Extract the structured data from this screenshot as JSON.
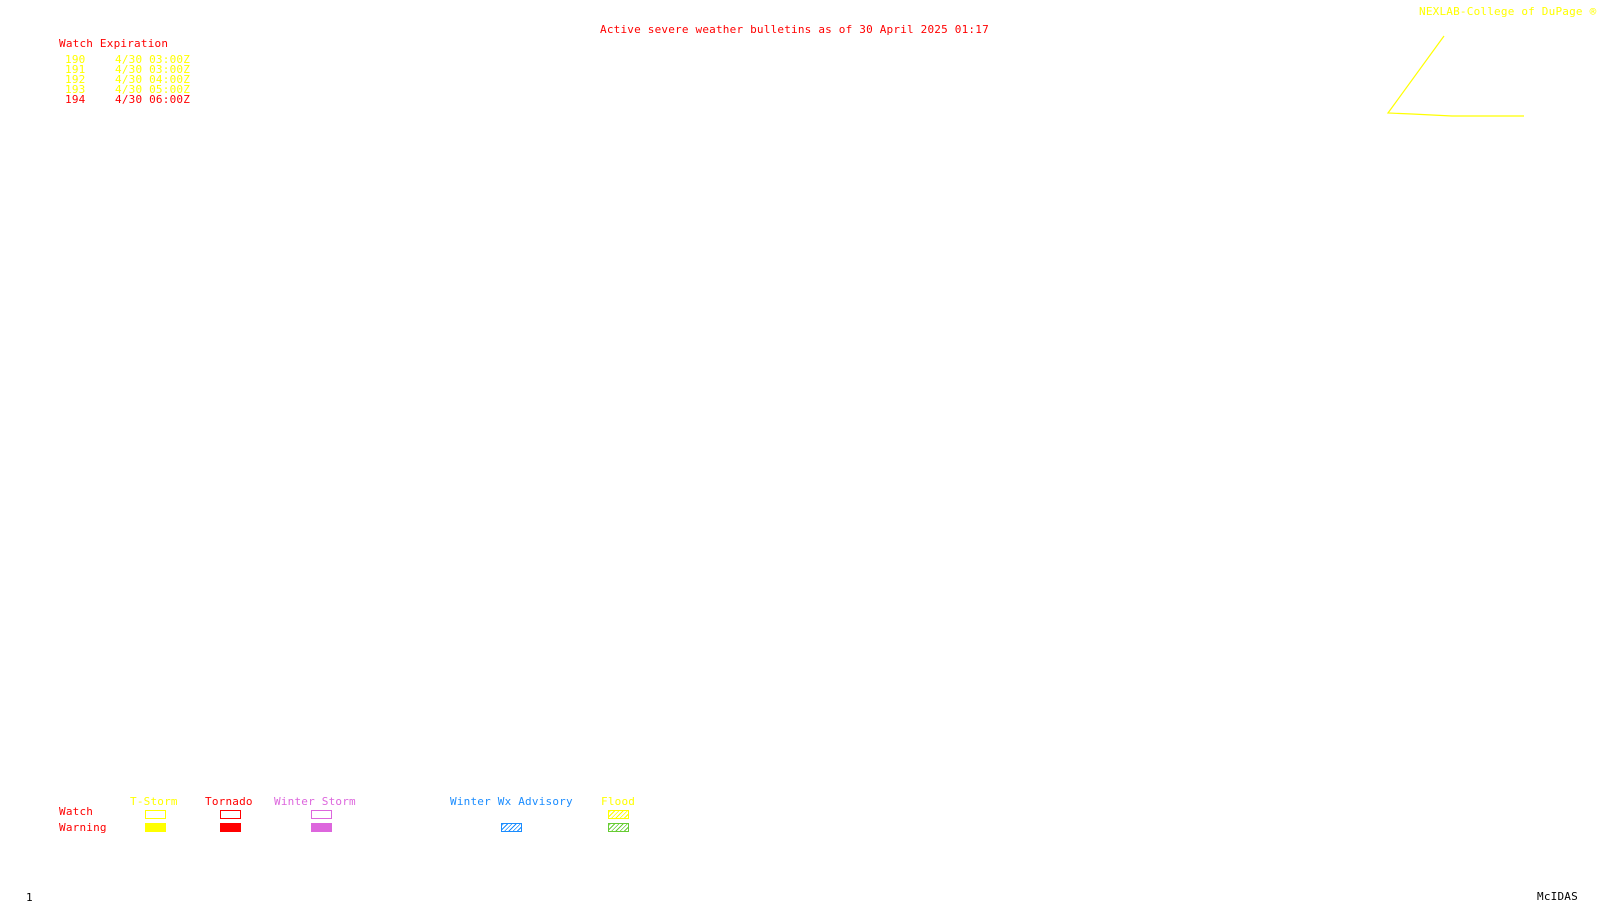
{
  "header": {
    "title": "Active severe weather bulletins as of 30 April 2025 01:17",
    "source": "NEXLAB-College of DuPage ®"
  },
  "watch_table": {
    "header": "Watch Expiration",
    "rows": [
      {
        "id": "190",
        "expires": "4/30 03:00Z",
        "color": "#ffff00"
      },
      {
        "id": "191",
        "expires": "4/30 03:00Z",
        "color": "#ffff00"
      },
      {
        "id": "192",
        "expires": "4/30 04:00Z",
        "color": "#ffff00"
      },
      {
        "id": "193",
        "expires": "4/30 05:00Z",
        "color": "#ffff00"
      },
      {
        "id": "194",
        "expires": "4/30 06:00Z",
        "color": "#ff0000"
      }
    ]
  },
  "legend": {
    "row_labels": {
      "watch": "Watch",
      "warning": "Warning"
    },
    "categories": [
      {
        "label": "T-Storm",
        "color": "#ffff00"
      },
      {
        "label": "Tornado",
        "color": "#ff0000"
      },
      {
        "label": "Winter Storm",
        "color": "#dd66dd"
      },
      {
        "label": "Winter Wx Advisory",
        "color": "#1a8cff"
      },
      {
        "label": "Flood",
        "color": "#ffff00"
      }
    ]
  },
  "footer": {
    "frame_number": "1",
    "software": "McIDAS"
  }
}
